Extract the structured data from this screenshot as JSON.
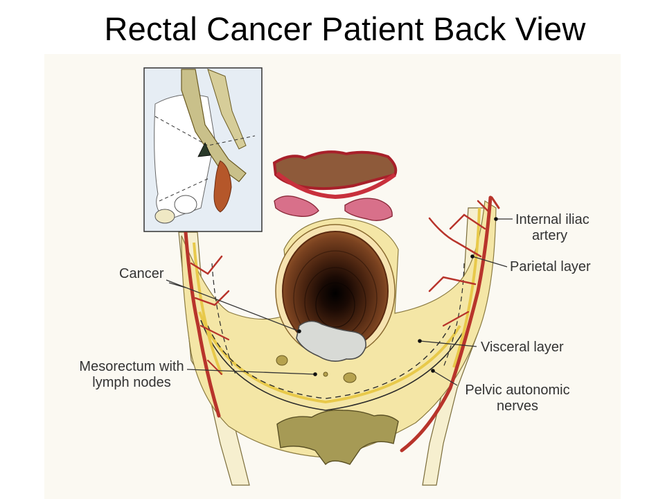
{
  "title": "Rectal Cancer Patient Back View",
  "labels": {
    "internal_iliac_line1": "Internal iliac",
    "internal_iliac_line2": "artery",
    "parietal_layer": "Parietal layer",
    "cancer": "Cancer",
    "visceral_layer": "Visceral layer",
    "mesorectum_line1": "Mesorectum with",
    "mesorectum_line2": "lymph nodes",
    "pelvic_autonomic_line1": "Pelvic autonomic",
    "pelvic_autonomic_line2": "nerves"
  },
  "colors": {
    "fat": "#f4e6a6",
    "artery": "#b8342b",
    "rectum_wall": "#6a3418",
    "tumor": "#d8dad6",
    "bone": "#a69a55",
    "nerve_yellow": "#e8c94a",
    "inset_bg": "#e6edf4"
  }
}
